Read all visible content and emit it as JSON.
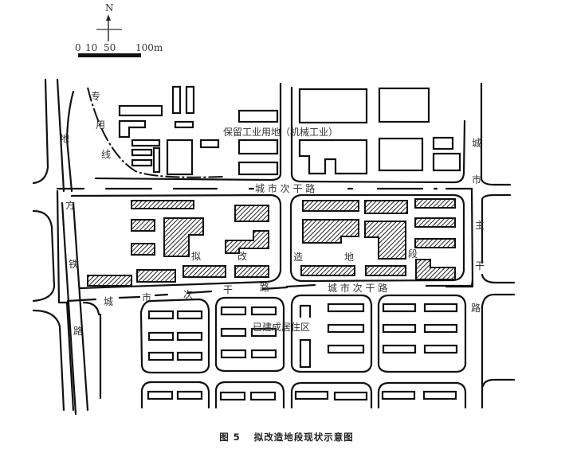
{
  "figure": {
    "number": "图 5",
    "title": "拟改造地段现状示意图"
  },
  "compass": {
    "north_label": "N",
    "scale_labels": [
      "0",
      "10",
      "50",
      "100m"
    ]
  },
  "labels": {
    "industrial_reserve": "保留工业用地（机械工业）",
    "residential_built": "已建成居住区",
    "special_rail": [
      "专",
      "用",
      "线"
    ],
    "metro": [
      "地",
      "方",
      "铁",
      "路"
    ],
    "redevelop_zone": [
      "拟",
      "改",
      "造",
      "地",
      "段"
    ],
    "secondary_road_north": "城 市 次 干 路",
    "secondary_road_south_left": [
      "城",
      "市",
      "次",
      "干",
      "路"
    ],
    "secondary_road_south_right": "城 市 次 干 路",
    "main_road_east": [
      "城",
      "市",
      "主",
      "干",
      "路"
    ]
  },
  "colors": {
    "line": "#111111",
    "text": "#333333",
    "background": "#ffffff"
  }
}
